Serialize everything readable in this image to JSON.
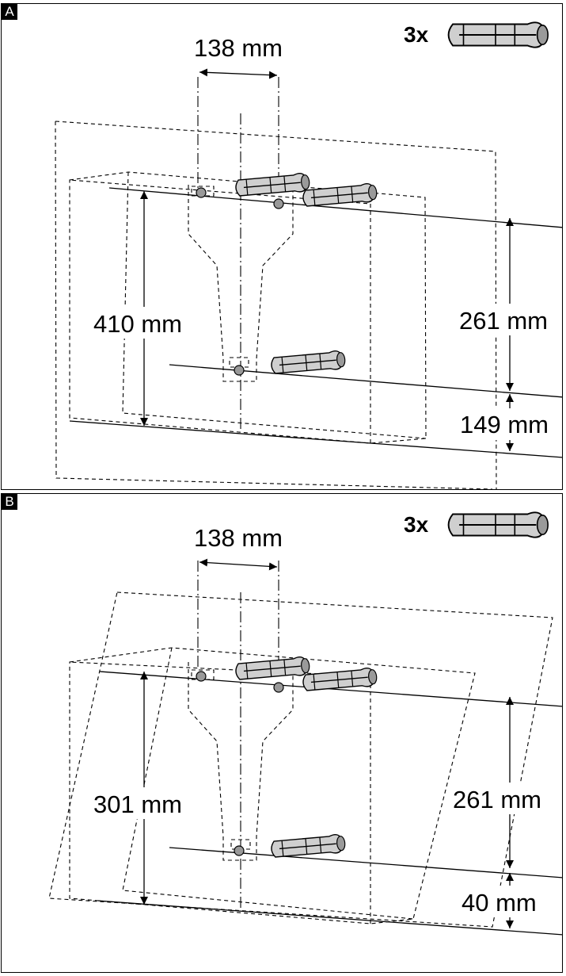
{
  "panels": [
    {
      "id": "A",
      "label": "A",
      "quantity": "3x",
      "dimensions": {
        "horizontal": "138 mm",
        "left_vertical": "410 mm",
        "right_upper": "261 mm",
        "right_lower": "149 mm"
      }
    },
    {
      "id": "B",
      "label": "B",
      "quantity": "3x",
      "dimensions": {
        "horizontal": "138 mm",
        "left_vertical": "301 mm",
        "right_upper": "261 mm",
        "right_lower": "40 mm"
      }
    }
  ]
}
